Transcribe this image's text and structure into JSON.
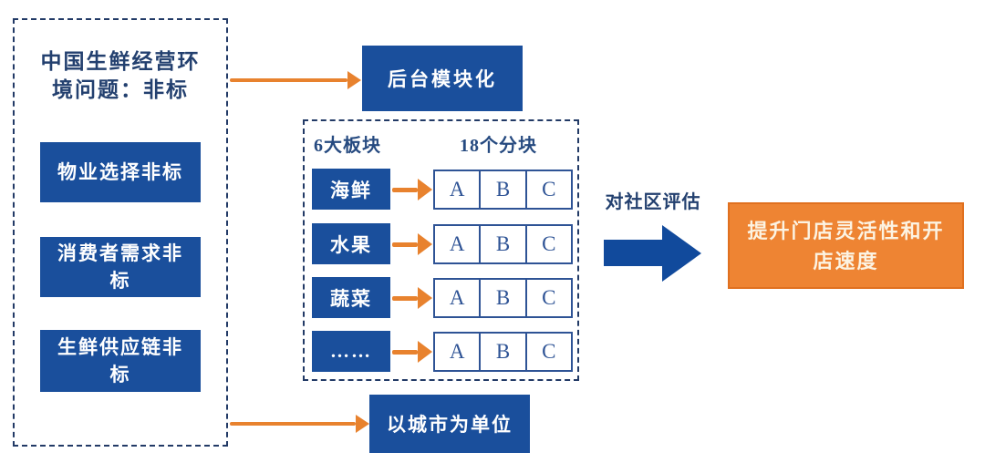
{
  "colors": {
    "box_blue": "#1A4F9C",
    "navy_text": "#23406F",
    "navy_border": "#223A66",
    "letter_navy": "#2E5395",
    "arrow_orange": "#E8822E",
    "result_fill": "#EE8433",
    "result_border": "#E0701F",
    "result_text": "#FCF3E2",
    "big_arrow_blue": "#114A9C"
  },
  "left_panel": {
    "title": "中国生鲜经营环境问题：非标",
    "items": [
      {
        "label": "物业选择非标"
      },
      {
        "label": "消费者需求非标"
      },
      {
        "label": "生鲜供应链非标"
      }
    ]
  },
  "top_box": {
    "label": "后台模块化"
  },
  "bottom_box": {
    "label": "以城市为单位"
  },
  "module_panel": {
    "header_left": "6大板块",
    "header_right": "18个分块",
    "rows": [
      {
        "label": "海鲜",
        "cells": [
          "A",
          "B",
          "C"
        ]
      },
      {
        "label": "水果",
        "cells": [
          "A",
          "B",
          "C"
        ]
      },
      {
        "label": "蔬菜",
        "cells": [
          "A",
          "B",
          "C"
        ]
      },
      {
        "label": "……",
        "cells": [
          "A",
          "B",
          "C"
        ]
      }
    ]
  },
  "right": {
    "arrow_label": "对社区评估",
    "result_box": "提升门店灵活性和开店速度"
  }
}
